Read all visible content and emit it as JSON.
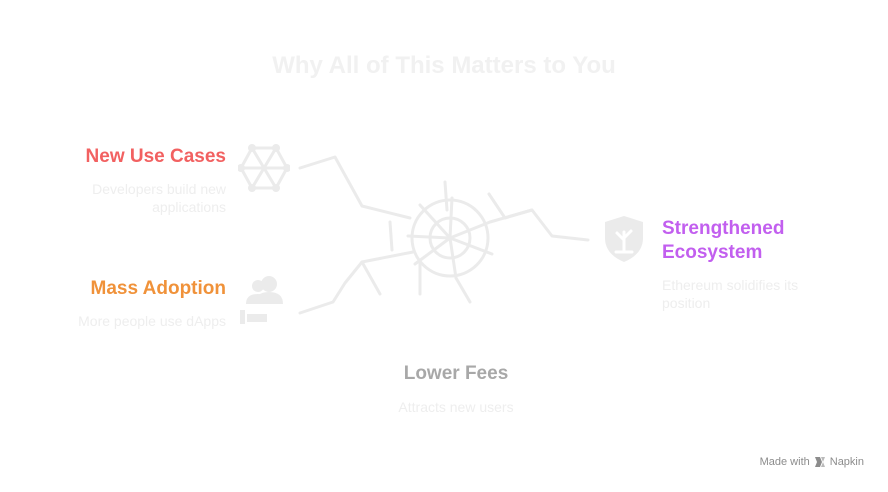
{
  "title": "Why All of This Matters to You",
  "items": {
    "new_use_cases": {
      "heading": "New Use Cases",
      "description": "Developers build new applications",
      "icon": "network-icon",
      "color": "#f26161"
    },
    "mass_adoption": {
      "heading": "Mass Adoption",
      "description": "More people use dApps",
      "icon": "users-icon",
      "color": "#f0923a"
    },
    "strengthened_ecosystem": {
      "heading": "Strengthened Ecosystem",
      "description": "Ethereum solidifies its position",
      "icon": "shield-tree-icon",
      "color": "#c25fef"
    },
    "lower_fees": {
      "heading": "Lower Fees",
      "description": "Attracts new users",
      "color": "#a8a8a8"
    }
  },
  "footer": {
    "made_with": "Made with",
    "brand": "Napkin",
    "icon": "napkin-logo-icon"
  }
}
